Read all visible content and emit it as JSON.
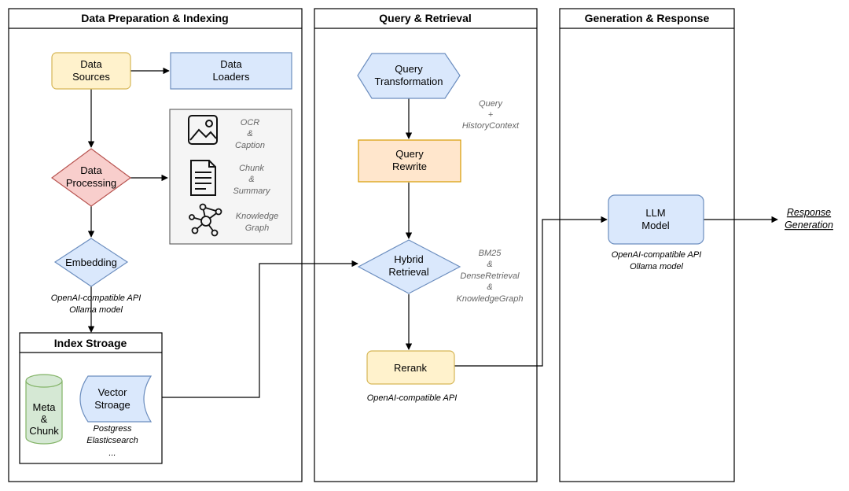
{
  "lanes": [
    {
      "title": "Data Preparation & Indexing"
    },
    {
      "title": "Query & Retrieval"
    },
    {
      "title": "Generation & Response"
    }
  ],
  "prep": {
    "data_sources": [
      "Data",
      "Sources"
    ],
    "data_loaders": [
      "Data",
      "Loaders"
    ],
    "data_processing": [
      "Data",
      "Processing"
    ],
    "embedding": "Embedding",
    "embedding_note": [
      "OpenAI-compatible API",
      "Ollama model"
    ],
    "processing_outputs": {
      "ocr": [
        "OCR",
        "&",
        "Caption"
      ],
      "chunk": [
        "Chunk",
        "&",
        "Summary"
      ],
      "kg": [
        "Knowledge",
        "Graph"
      ]
    },
    "index_storage": {
      "title": "Index Stroage",
      "meta_chunk": [
        "Meta",
        "&",
        "Chunk"
      ],
      "vector": [
        "Vector",
        "Stroage"
      ],
      "vector_note": [
        "Postgress",
        "Elasticsearch",
        "..."
      ]
    }
  },
  "query": {
    "transformation": [
      "Query",
      "Transformation"
    ],
    "transformation_note": [
      "Query",
      "+",
      "HistoryContext"
    ],
    "rewrite": [
      "Query",
      "Rewrite"
    ],
    "hybrid": [
      "Hybrid",
      "Retrieval"
    ],
    "hybrid_note": [
      "BM25",
      "&",
      "DenseRetrieval",
      "&",
      "KnowledgeGraph"
    ],
    "rerank": "Rerank",
    "rerank_note": "OpenAI-compatible API"
  },
  "generation": {
    "llm": [
      "LLM",
      "Model"
    ],
    "llm_note": [
      "OpenAI-compatible API",
      "Ollama model"
    ],
    "output": [
      "Response",
      "Generation"
    ]
  },
  "colors": {
    "yellow_fill": "#fff2cc",
    "yellow_stroke": "#d6b656",
    "blue_fill": "#dae8fc",
    "blue_stroke": "#6c8ebf",
    "red_fill": "#f8cecc",
    "red_stroke": "#b85450",
    "orange_fill": "#ffe6cc",
    "orange_stroke": "#d79b00",
    "green_fill": "#d5e8d4",
    "green_stroke": "#82b366",
    "gray_fill": "#f5f5f5",
    "gray_stroke": "#666666"
  }
}
